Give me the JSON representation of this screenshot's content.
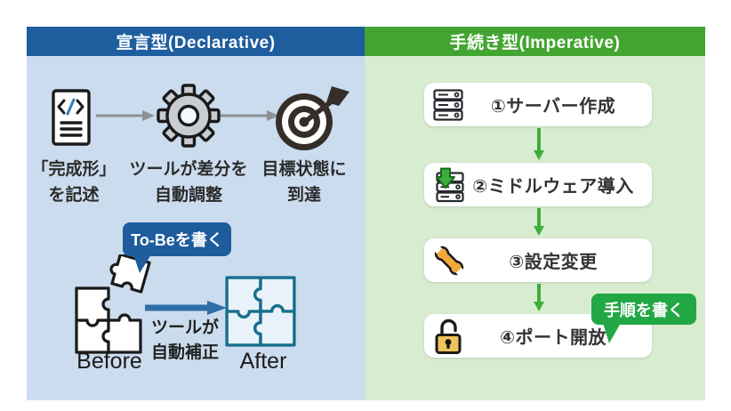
{
  "left": {
    "header": "宣言型(Declarative)",
    "steps": [
      {
        "icon": "code-file-icon",
        "label": "「完成形」\nを記述"
      },
      {
        "icon": "gear-icon",
        "label": "ツールが差分を\n自動調整"
      },
      {
        "icon": "target-icon",
        "label": "目標状態に\n到達"
      }
    ],
    "callout": "To-Beを書く",
    "puzzle": {
      "before_label": "Before",
      "after_label": "After",
      "arrow_caption": "ツールが\n自動補正"
    }
  },
  "right": {
    "header": "手続き型(Imperative)",
    "steps": [
      {
        "icon": "server-icon",
        "label": "①サーバー作成"
      },
      {
        "icon": "server-install-icon",
        "label": "②ミドルウェア導入"
      },
      {
        "icon": "wrench-icon",
        "label": "③設定変更"
      },
      {
        "icon": "padlock-open-icon",
        "label": "④ポート開放"
      }
    ],
    "callout": "手順を書く"
  },
  "colors": {
    "left_header_bg": "#1E5E9E",
    "left_panel_bg": "#CBDCEE",
    "right_header_bg": "#43A531",
    "right_panel_bg": "#D8ECD0",
    "declarative_callout_bg": "#1E5C9C",
    "imperative_callout_bg": "#22A745",
    "step_card_bg": "#FFFFFF",
    "flow_arrow_gray": "#8C9196",
    "flow_arrow_green": "#3CAE3C",
    "puzzle_arrow_blue": "#2F6DA8",
    "before_puzzle_stroke": "#1A1A1A",
    "after_puzzle_stroke": "#156F8C",
    "wrench_orange": "#F2A93B",
    "padlock_yellow": "#EFC25B"
  }
}
